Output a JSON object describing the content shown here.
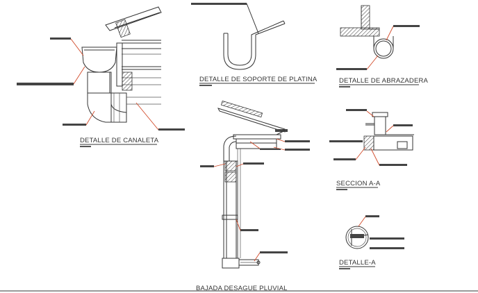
{
  "drawing": {
    "titles": {
      "canaleta": "DETALLE DE CANALETA",
      "soporte": "DETALLE DE SOPORTE DE PLATINA",
      "abrazadera": "DETALLE DE ABRAZADERA",
      "seccion": "SECCION A-A",
      "bajada": "BAJADA DESAGUE PLUVIAL",
      "detalle_a": "DETALLE-A"
    },
    "colors": {
      "line": "#333333",
      "leader": "#d24b2a",
      "background": "#ffffff"
    }
  }
}
